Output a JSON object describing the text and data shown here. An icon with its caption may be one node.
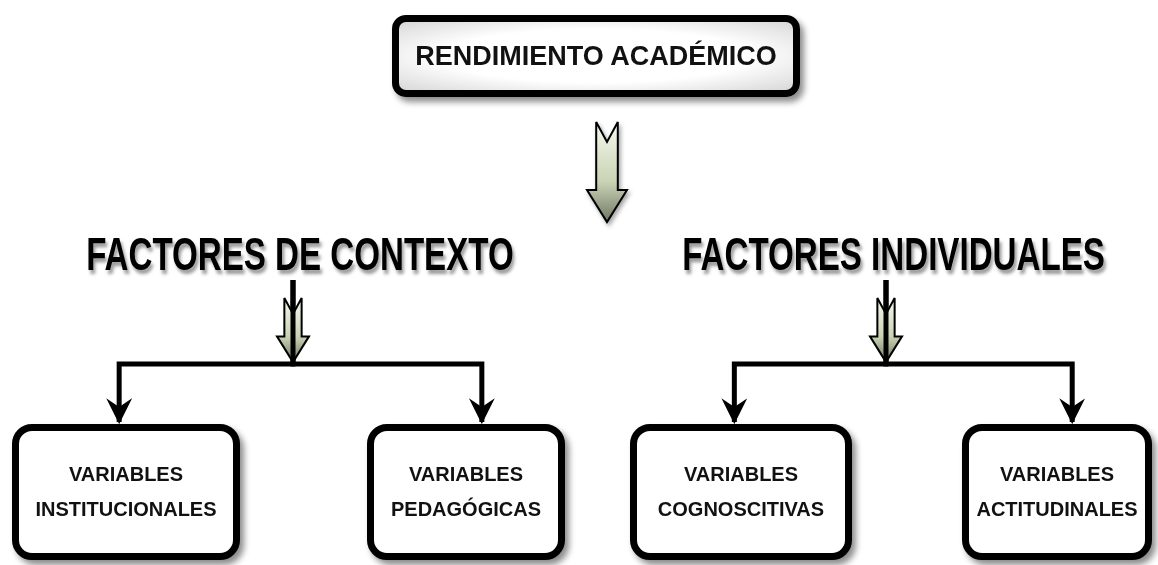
{
  "diagram": {
    "nodes": [
      {
        "text": [
          "RENDIMIENTO ACADÉMICO"
        ]
      },
      {
        "text": [
          "FACTORES DE CONTEXTO"
        ]
      },
      {
        "text": [
          "FACTORES INDIVIDUALES"
        ]
      },
      {
        "text": [
          "VARIABLES INSTITUCIONALES"
        ]
      },
      {
        "text": [
          "VARIABLES PEDAGÓGICAS"
        ]
      },
      {
        "text": [
          "VARIABLES COGNOSCITIVAS"
        ]
      },
      {
        "text": [
          "VARIABLES ACTITUDINALES"
        ]
      }
    ],
    "edges": [
      {
        "from": 0,
        "to": null,
        "arrow": "to"
      },
      {
        "from": 1,
        "to": 3,
        "arrow": "to"
      },
      {
        "from": 1,
        "to": 4,
        "arrow": "to"
      },
      {
        "from": 2,
        "to": 5,
        "arrow": "to"
      },
      {
        "from": 2,
        "to": 6,
        "arrow": "to"
      }
    ]
  }
}
